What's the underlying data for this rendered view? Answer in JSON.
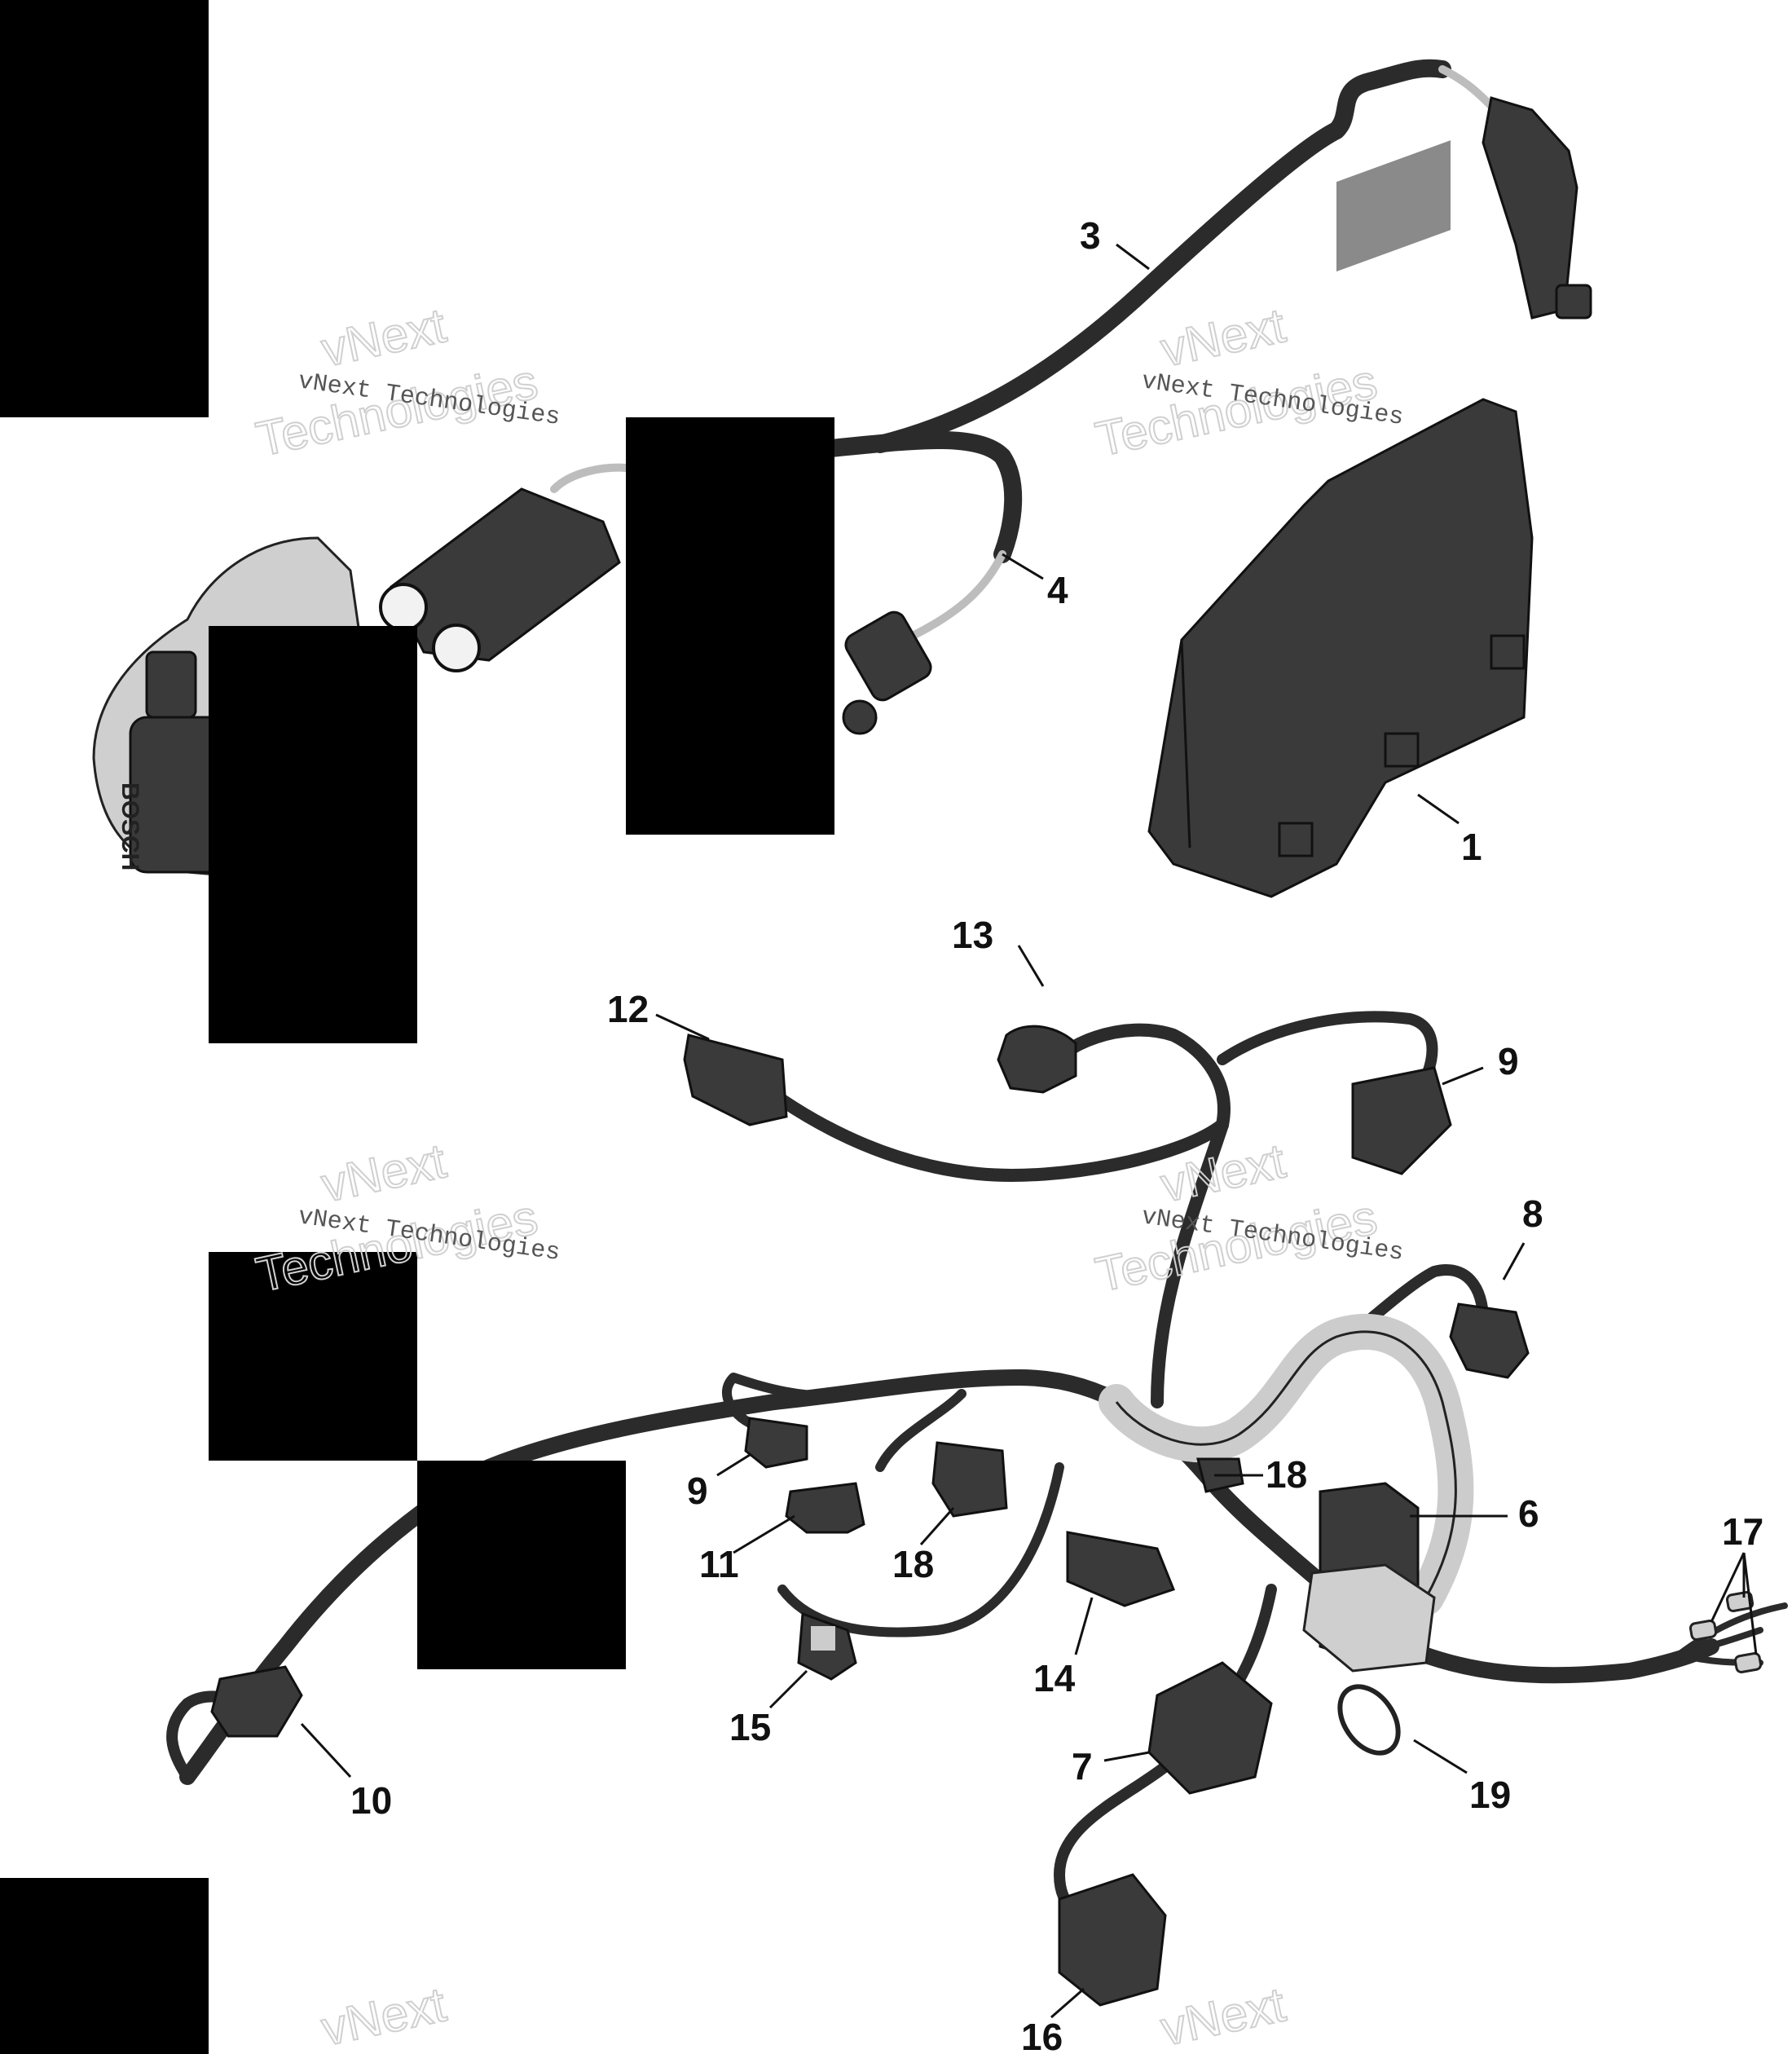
{
  "colors": {
    "background": "#ffffff",
    "redaction": "#000000",
    "cable": "#2b2b2b",
    "callout": "#111111"
  },
  "watermark": {
    "brand": "vNext",
    "word": "Technologies",
    "line": "vNext Technologies"
  },
  "callouts": {
    "c1": "1",
    "c3": "3",
    "c4": "4",
    "c6": "6",
    "c7": "7",
    "c8": "8",
    "c9a": "9",
    "c9b": "9",
    "c10": "10",
    "c11": "11",
    "c12": "12",
    "c13": "13",
    "c14": "14",
    "c15": "15",
    "c16": "16",
    "c17": "17",
    "c18a": "18",
    "c18b": "18",
    "c19": "19"
  },
  "labels": {
    "bosch": "BOSCH"
  }
}
